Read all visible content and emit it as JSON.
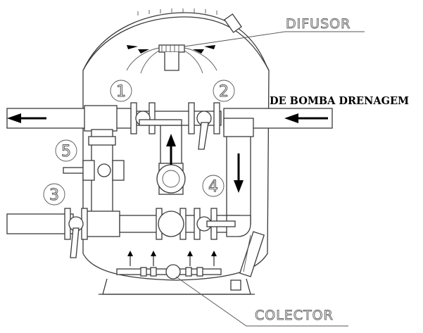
{
  "labels": {
    "top": "DIFUSOR",
    "bottom": "COLECTOR",
    "right_heading": "DE BOMBA DRENAGEM"
  },
  "valve_numbers": [
    "1",
    "2",
    "3",
    "4",
    "5"
  ],
  "colors": {
    "line": "#3a3a3a",
    "arrow": "#000000",
    "background": "#ffffff"
  }
}
